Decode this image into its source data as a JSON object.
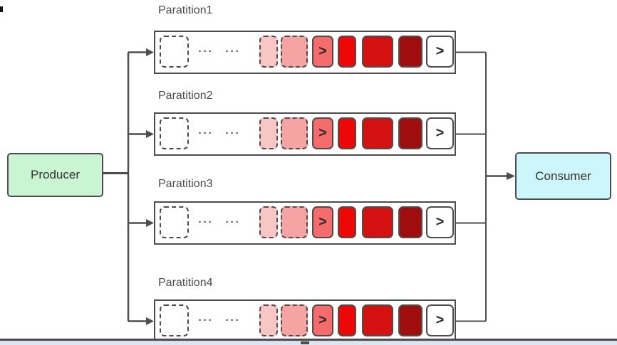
{
  "diagram": {
    "producer": {
      "label": "Producer",
      "fill": "#c9f5d3"
    },
    "consumer": {
      "label": "Consumer",
      "fill": "#cdf6fa"
    },
    "partitions": [
      {
        "label": "Paratition1"
      },
      {
        "label": "Paratition2"
      },
      {
        "label": "Paratition3"
      },
      {
        "label": "Paratition4"
      }
    ],
    "queue_cells": [
      {
        "name": "empty-slot",
        "fill": "#ffffff",
        "border": "dashed",
        "glyph": ""
      },
      {
        "name": "ellipsis",
        "glyph": "···"
      },
      {
        "name": "ellipsis",
        "glyph": "···"
      },
      {
        "name": "partial-slot-lightest",
        "fill": "#f9c6c6",
        "border": "dashed",
        "glyph": ""
      },
      {
        "name": "partial-slot-light",
        "fill": "#f5a3a3",
        "border": "dashed",
        "glyph": ""
      },
      {
        "name": "write-pointer-slot",
        "fill": "#f66b6b",
        "border": "solid",
        "glyph": ">"
      },
      {
        "name": "full-slot-bright",
        "fill": "#ee0707",
        "border": "solid",
        "glyph": ""
      },
      {
        "name": "full-slot",
        "fill": "#d41111",
        "border": "solid",
        "glyph": ""
      },
      {
        "name": "full-slot-dark",
        "fill": "#a00d0d",
        "border": "solid",
        "glyph": ""
      },
      {
        "name": "read-pointer-slot",
        "fill": "#ffffff",
        "border": "solid",
        "glyph": ">"
      }
    ],
    "line_color": "#4d4d4d"
  }
}
